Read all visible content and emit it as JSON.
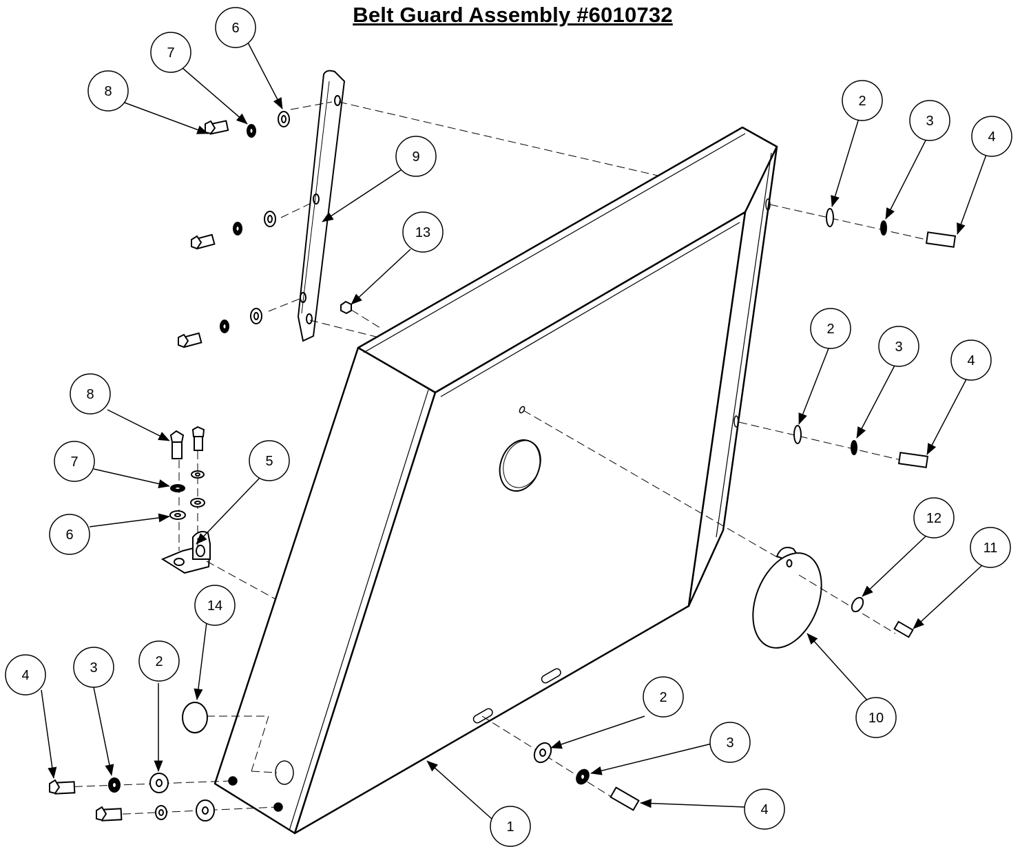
{
  "title": "Belt Guard Assembly #6010732",
  "callouts": [
    {
      "label": "1"
    },
    {
      "label": "2"
    },
    {
      "label": "2"
    },
    {
      "label": "2"
    },
    {
      "label": "2"
    },
    {
      "label": "3"
    },
    {
      "label": "3"
    },
    {
      "label": "3"
    },
    {
      "label": "3"
    },
    {
      "label": "4"
    },
    {
      "label": "4"
    },
    {
      "label": "4"
    },
    {
      "label": "4"
    },
    {
      "label": "5"
    },
    {
      "label": "6"
    },
    {
      "label": "6"
    },
    {
      "label": "7"
    },
    {
      "label": "7"
    },
    {
      "label": "8"
    },
    {
      "label": "8"
    },
    {
      "label": "9"
    },
    {
      "label": "10"
    },
    {
      "label": "11"
    },
    {
      "label": "12"
    },
    {
      "label": "13"
    },
    {
      "label": "14"
    }
  ]
}
